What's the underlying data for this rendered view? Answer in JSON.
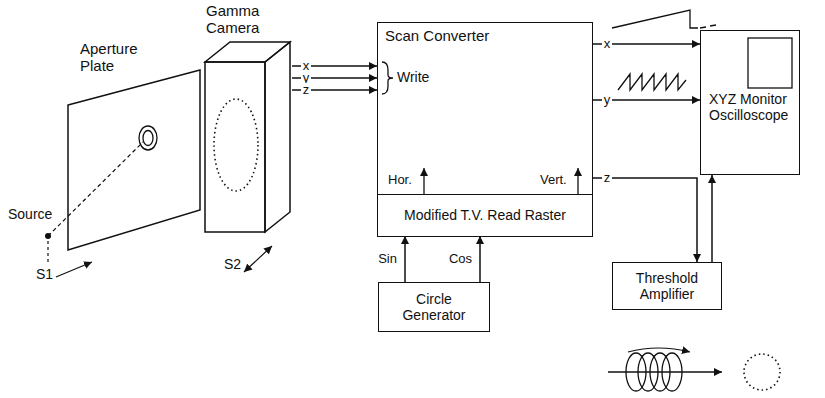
{
  "diagram": {
    "nodes": [
      {
        "text": [
          "Gamma Camera"
        ]
      },
      {
        "text": [
          "Scan Converter"
        ]
      },
      {
        "text": [
          "Modified T.V. Read Raster"
        ],
        "in": 1
      },
      {
        "text": [
          "Circle Generator"
        ]
      },
      {
        "text": [
          "XYZ Monitor Oscilloscope"
        ]
      },
      {
        "text": [
          "Threshold Amplifier"
        ]
      }
    ],
    "edges": [
      {
        "from": 0,
        "to": 1,
        "label": "x",
        "arrow": "to"
      },
      {
        "from": 0,
        "to": 1,
        "label": "y",
        "arrow": "to"
      },
      {
        "from": 0,
        "to": 1,
        "label": "z",
        "arrow": "to"
      },
      {
        "from": 1,
        "to": 4,
        "label": "x",
        "arrow": "to"
      },
      {
        "from": 1,
        "to": 4,
        "label": "y",
        "arrow": "to"
      },
      {
        "from": 1,
        "to": 5,
        "label": "z",
        "arrow": "to"
      },
      {
        "from": 5,
        "to": 4,
        "arrow": "to"
      },
      {
        "from": 3,
        "to": 2,
        "label": "Sin",
        "arrow": "to"
      },
      {
        "from": 3,
        "to": 2,
        "label": "Cos",
        "arrow": "to"
      }
    ],
    "labels": [
      "Aperture Plate",
      "Source",
      "S1",
      "S2",
      "Write",
      "Hor.",
      "Vert."
    ]
  }
}
